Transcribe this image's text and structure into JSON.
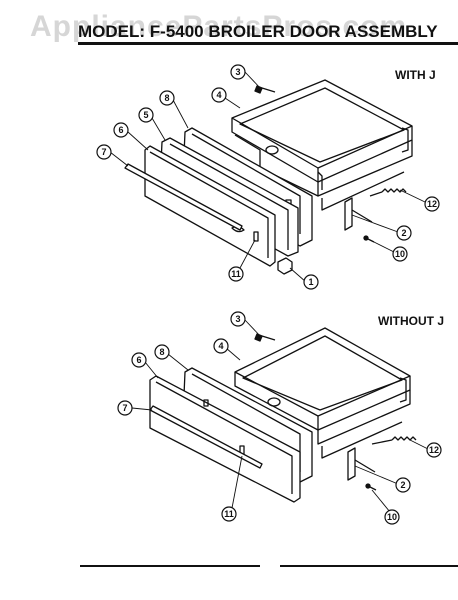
{
  "watermark": "AppliancePartsPros.com",
  "title": "MODEL: F-5400   BROILER DOOR ASSEMBLY",
  "sections": [
    {
      "label": "WITH J",
      "callouts": [
        "3",
        "4",
        "8",
        "5",
        "6",
        "7",
        "11",
        "1",
        "2",
        "10",
        "12"
      ]
    },
    {
      "label": "WITHOUT J",
      "callouts": [
        "3",
        "4",
        "8",
        "6",
        "7",
        "11",
        "2",
        "10",
        "12"
      ]
    }
  ],
  "colors": {
    "line": "#111111",
    "watermark": "#d6d6d6",
    "background": "#ffffff"
  }
}
